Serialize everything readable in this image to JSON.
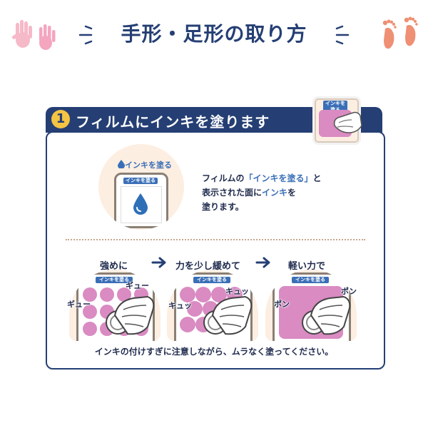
{
  "title": "手形・足形の取り方",
  "colors": {
    "navy": "#253f74",
    "ink_blue": "#3a6fb7",
    "ink_pink": "#d98bc2",
    "yellow": "#f4c443",
    "peach": "#fdeee2"
  },
  "icons": [
    "hand-print-icon",
    "foot-print-icon",
    "sparkle-icon",
    "ink-drop-icon",
    "arrow-icon",
    "hand-icon"
  ],
  "step": {
    "number": "1",
    "title": "フィルムにインキを塗ります",
    "ink_label": "インキを塗る",
    "film_label": "インキを塗る",
    "description": {
      "line1_pre": "フィルムの",
      "line1_quote": "「インキを塗る」",
      "line1_post": "と",
      "line2_pre": "表示された面に",
      "line2_hl": "インキ",
      "line2_post": "を",
      "line3": "塗ります。"
    },
    "stages": [
      {
        "label": "強めに",
        "sfx_left": "ギュー",
        "sfx_right": "ギュー"
      },
      {
        "label": "力を少し緩めて",
        "sfx_left": "キュッ",
        "sfx_right": "キュッ"
      },
      {
        "label": "軽い力で",
        "sfx_left": "ポン",
        "sfx_right": "ポン"
      }
    ],
    "note": "インキの付けすぎに注意しながら、ムラなく塗ってください。"
  }
}
